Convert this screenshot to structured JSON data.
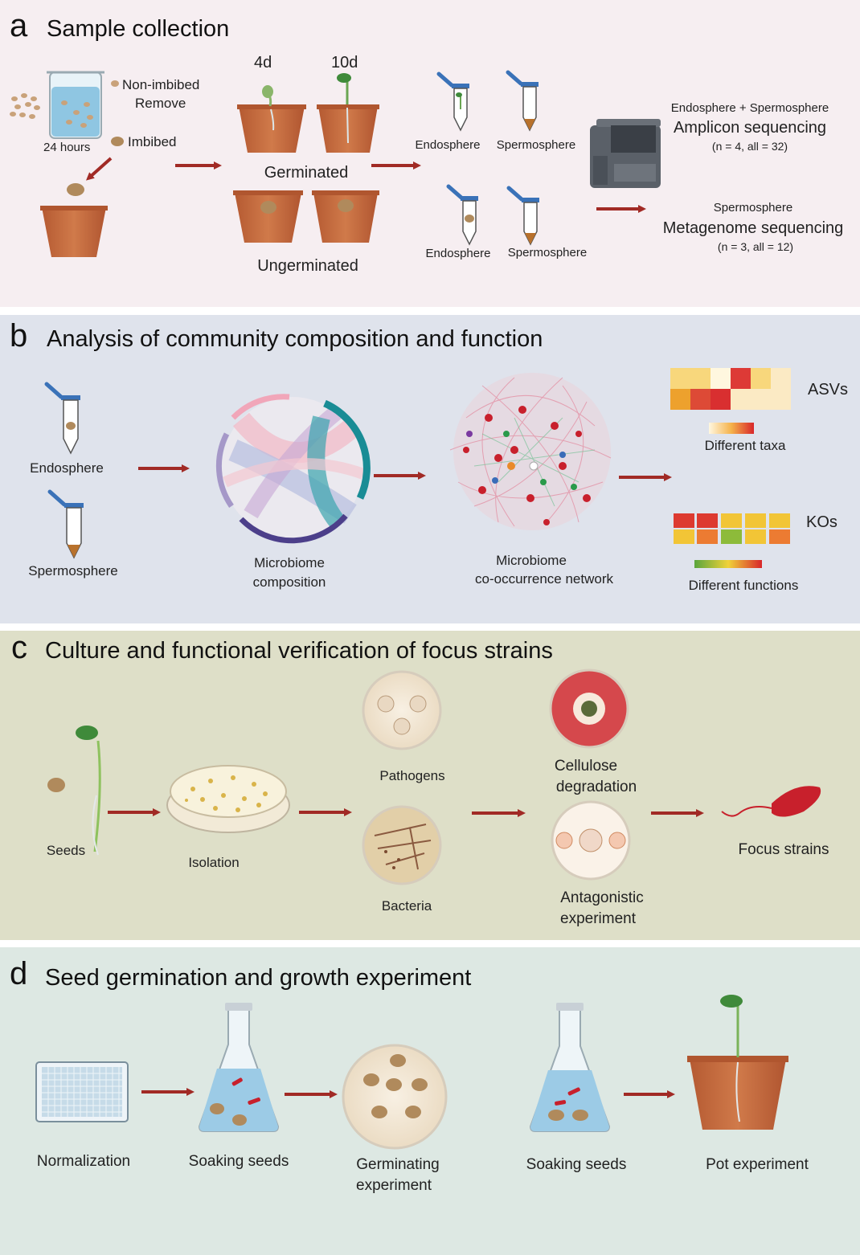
{
  "colors": {
    "panel_a": "#f6eef1",
    "panel_b": "#dfe3ec",
    "panel_c": "#dedfc8",
    "panel_d": "#dde8e3",
    "arrow": "#a12a25",
    "pot": "#c86a3e",
    "seed": "#b08a5c"
  },
  "panel_a": {
    "letter": "a",
    "title": "Sample collection",
    "hours": "24 hours",
    "non_imbibed": "Non-imbibed",
    "remove": "Remove",
    "imbibed": "Imbibed",
    "day4": "4d",
    "day10": "10d",
    "germinated": "Germinated",
    "ungerminated": "Ungerminated",
    "endosphere_top": "Endosphere",
    "spermosphere_top": "Spermosphere",
    "endosphere_bottom": "Endosphere",
    "spermosphere_bottom": "Spermosphere",
    "amplicon_header": "Endosphere + Spermosphere",
    "amplicon_title": "Amplicon sequencing",
    "amplicon_n": "(n = 4, all = 32)",
    "meta_header": "Spermosphere",
    "meta_title": "Metagenome sequencing",
    "meta_n": "(n = 3, all = 12)"
  },
  "panel_b": {
    "letter": "b",
    "title": "Analysis of community composition and function",
    "endosphere": "Endosphere",
    "spermosphere": "Spermosphere",
    "composition_line1": "Microbiome",
    "composition_line2": "composition",
    "network_line1": "Microbiome",
    "network_line2": "co-occurrence network",
    "asvs": "ASVs",
    "different_taxa": "Different taxa",
    "kos": "KOs",
    "different_functions": "Different functions"
  },
  "panel_c": {
    "letter": "c",
    "title": "Culture and functional verification of focus strains",
    "seeds": "Seeds",
    "isolation": "Isolation",
    "pathogens": "Pathogens",
    "bacteria": "Bacteria",
    "cellulose_line1": "Cellulose",
    "cellulose_line2": "degradation",
    "antagonistic_line1": "Antagonistic",
    "antagonistic_line2": "experiment",
    "focus_strains": "Focus strains"
  },
  "panel_d": {
    "letter": "d",
    "title": "Seed germination and growth experiment",
    "normalization": "Normalization",
    "soaking_1": "Soaking seeds",
    "germinating_line1": "Germinating",
    "germinating_line2": "experiment",
    "soaking_2": "Soaking seeds",
    "pot_experiment": "Pot experiment"
  }
}
